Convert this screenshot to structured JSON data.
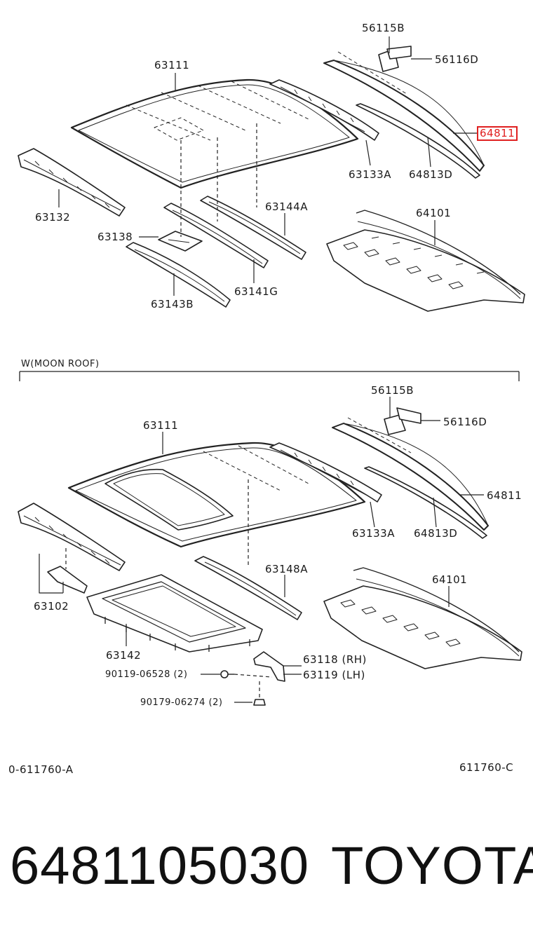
{
  "top": {
    "labels": {
      "l56115B": "56115B",
      "l56116D": "56116D",
      "l63111": "63111",
      "l64811": "64811",
      "l63133A": "63133A",
      "l64813D": "64813D",
      "l63132": "63132",
      "l63144A": "63144A",
      "l64101": "64101",
      "l63138": "63138",
      "l63141G": "63141G",
      "l63143B": "63143B"
    }
  },
  "variant_header": "W(MOON ROOF)",
  "bottom": {
    "labels": {
      "l56115B": "56115B",
      "l56116D": "56116D",
      "l63111": "63111",
      "l64811": "64811",
      "l63133A": "63133A",
      "l64813D": "64813D",
      "l63148A": "63148A",
      "l64101": "64101",
      "l63102": "63102",
      "l63142": "63142",
      "l63118": "63118 (RH)",
      "l63119": "63119 (LH)",
      "l90119": "90119-06528 (2)",
      "l90179": "90179-06274 (2)"
    }
  },
  "footer": {
    "left_code": "0-611760-A",
    "right_code": "611760-C"
  },
  "part_number": "6481105030",
  "brand": "TOYOTA",
  "highlight_color": "#e02020"
}
